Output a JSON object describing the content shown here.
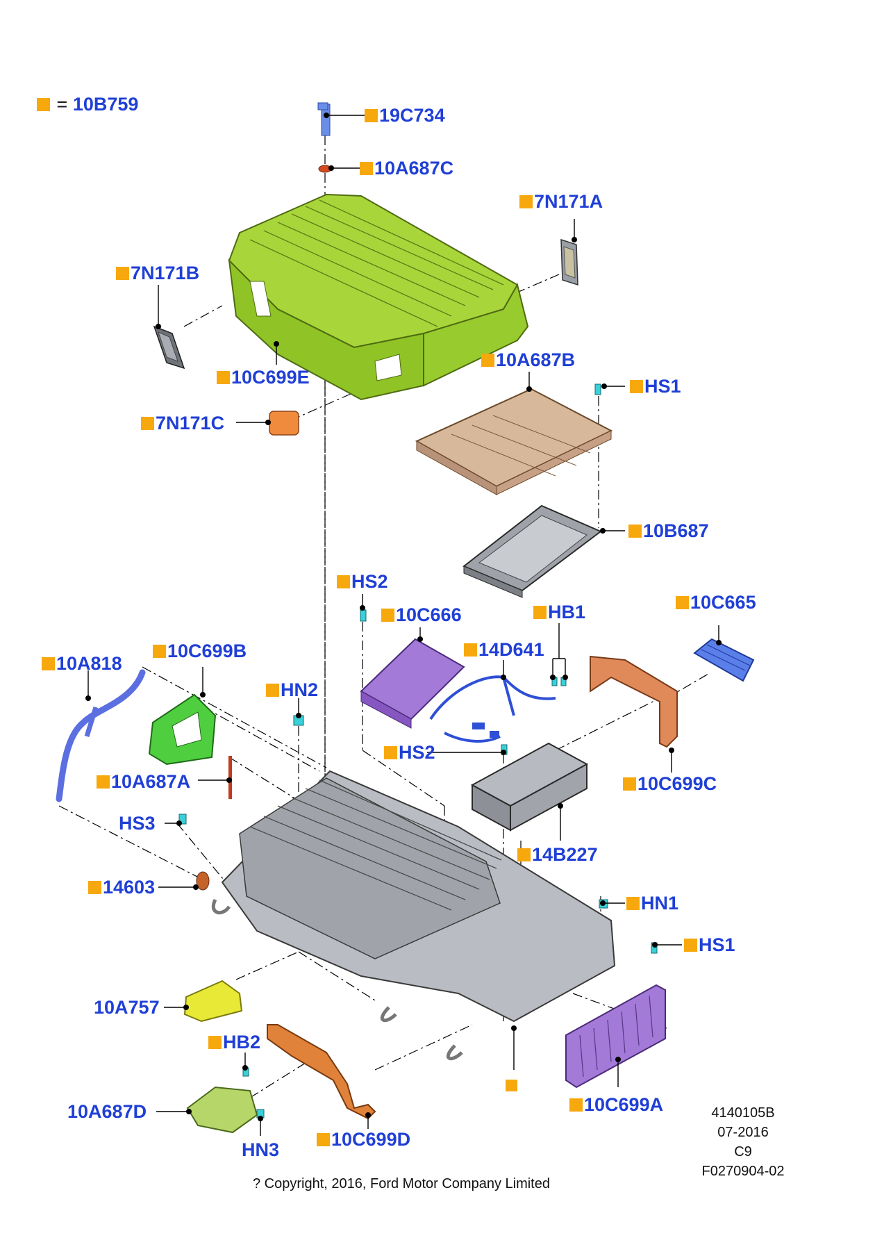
{
  "legend": {
    "equals": "=",
    "part": "10B759"
  },
  "callouts": {
    "c19C734": "19C734",
    "c10A687C": "10A687C",
    "c7N171A": "7N171A",
    "c7N171B": "7N171B",
    "c10C699E": "10C699E",
    "c10A687B": "10A687B",
    "cHS1_top": "HS1",
    "c7N171C": "7N171C",
    "c10B687": "10B687",
    "cHS2_top": "HS2",
    "c10C666": "10C666",
    "cHB1": "HB1",
    "c10C665": "10C665",
    "c14D641": "14D641",
    "c10C699B": "10C699B",
    "c10A818": "10A818",
    "cHN2": "HN2",
    "cHS2_mid": "HS2",
    "c10C699C": "10C699C",
    "c10A687A": "10A687A",
    "c14B227": "14B227",
    "cHS3": "HS3",
    "c14603": "14603",
    "cHN1": "HN1",
    "cHS1_bot": "HS1",
    "c10A757": "10A757",
    "cHB2": "HB2",
    "c10A687D": "10A687D",
    "cHN3": "HN3",
    "c10C699D": "10C699D",
    "c10C699A": "10C699A"
  },
  "info": {
    "illustration_no": "4140105B",
    "date": "07-2016",
    "revision": "C9",
    "figure_id": "F0270904-02",
    "copyright": "? Copyright, 2016, Ford Motor Company Limited"
  },
  "colors": {
    "label": "#1f3fd6",
    "marker": "#f7a80d",
    "top_tray": "#a8d63a",
    "base": "#b9bcc2",
    "copper": "#e08a5a",
    "purple": "#a47ad8",
    "blue_part": "#5b7fe8"
  }
}
